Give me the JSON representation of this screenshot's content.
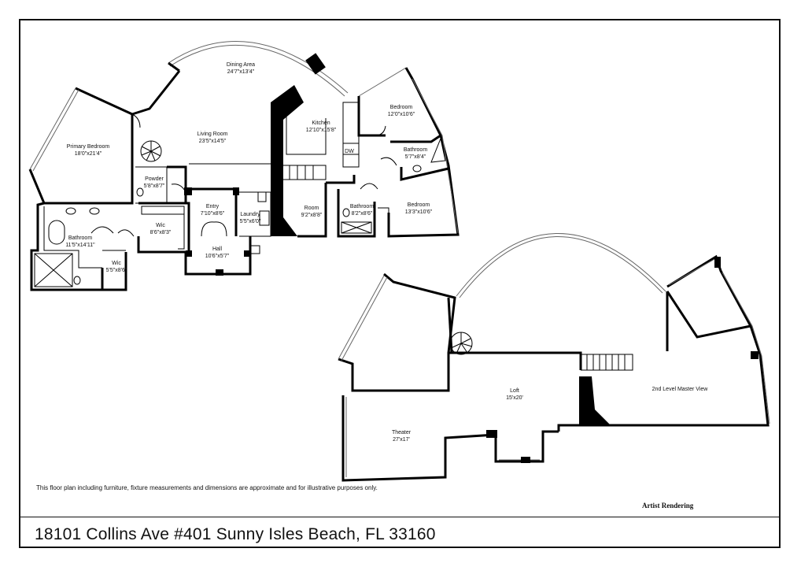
{
  "floor1": {
    "rooms": [
      {
        "name": "Dining Area",
        "dims": "24'7\"x13'4\""
      },
      {
        "name": "Living Room",
        "dims": "23'5\"x14'5\""
      },
      {
        "name": "Kitchen",
        "dims": "12'10\"x15'8\""
      },
      {
        "name": "Primary Bedroom",
        "dims": "18'0\"x21'4\""
      },
      {
        "name": "Powder",
        "dims": "5'8\"x8'7\""
      },
      {
        "name": "Wic",
        "dims": "8'6\"x8'3\""
      },
      {
        "name": "Entry",
        "dims": "7'10\"x8'6\""
      },
      {
        "name": "Laundry",
        "dims": "5'5\"x6'0\""
      },
      {
        "name": "Room",
        "dims": "9'2\"x8'8\""
      },
      {
        "name": "Bathroom",
        "dims": "11'5\"x14'11\""
      },
      {
        "name": "Wic",
        "dims": "5'5\"x8'6\""
      },
      {
        "name": "Hall",
        "dims": "10'6\"x5'7\""
      },
      {
        "name": "Bedroom",
        "dims": "12'0\"x10'6\""
      },
      {
        "name": "Bathroom",
        "dims": "5'7\"x8'4\""
      },
      {
        "name": "Bathroom",
        "dims": "8'2\"x8'6\""
      },
      {
        "name": "Bedroom",
        "dims": "13'3\"x10'6\""
      }
    ],
    "dw_label": "DW"
  },
  "floor2": {
    "rooms": [
      {
        "name": "Loft",
        "dims": "15'x20'"
      },
      {
        "name": "2nd Level Master View",
        "dims": ""
      },
      {
        "name": "Theater",
        "dims": "27'x17'"
      }
    ]
  },
  "footer": {
    "disclaimer": "This floor plan including furniture, fixture measurements and dimensions are approximate and for illustrative purposes only.",
    "artist": "Artist Rendering",
    "address": "18101 Collins Ave #401 Sunny Isles Beach, FL 33160"
  }
}
